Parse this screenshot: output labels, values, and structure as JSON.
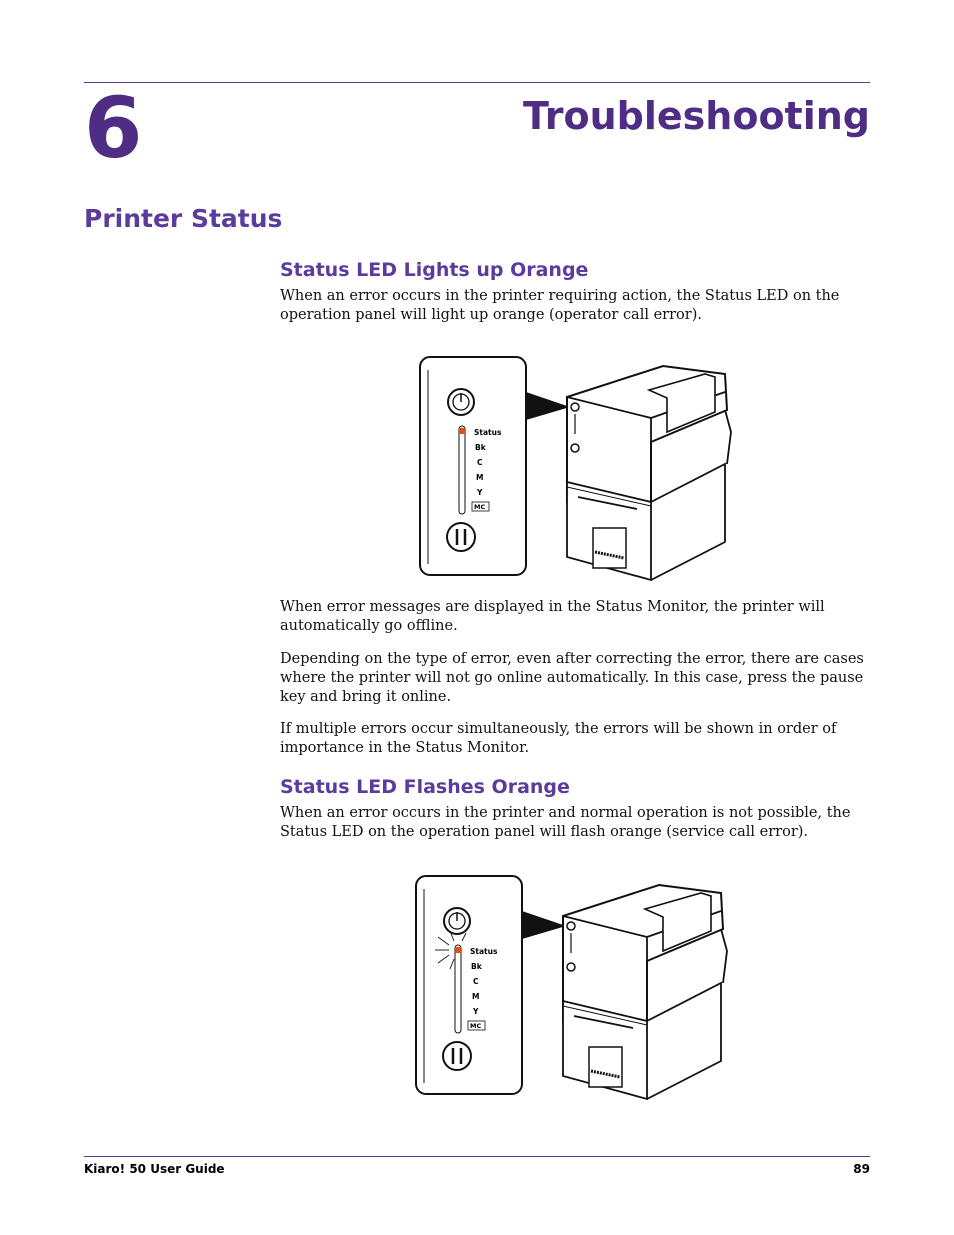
{
  "chapter": {
    "number": "6",
    "title": "Troubleshooting"
  },
  "section_title": "Printer Status",
  "sub1": {
    "heading": "Status LED Lights up Orange",
    "text": "When an error occurs in the printer requiring action, the Status LED on the operation panel will light up orange (operator call error)."
  },
  "paragraphs": [
    "When error messages are displayed in the Status Monitor, the printer will automatically go offline.",
    "Depending on the type of error, even after correcting the error, there are cases where the printer will not go online automatically. In this case, press the pause key and bring it online.",
    "If multiple errors occur simultaneously, the errors will be shown in order of importance in the Status Monitor."
  ],
  "sub2": {
    "heading": "Status LED Flashes Orange",
    "text": "When an error occurs in the printer and normal operation is not possible, the Status LED on the operation panel will flash orange (service call error)."
  },
  "panel_labels": {
    "status": "Status",
    "bk": "Bk",
    "c": "C",
    "m": "M",
    "y": "Y",
    "mc": "MC"
  },
  "colors": {
    "heading": "#5a3c9c",
    "led": "#e0501a"
  },
  "footer": {
    "left": "Kiaro! 50 User Guide",
    "right": "89"
  }
}
